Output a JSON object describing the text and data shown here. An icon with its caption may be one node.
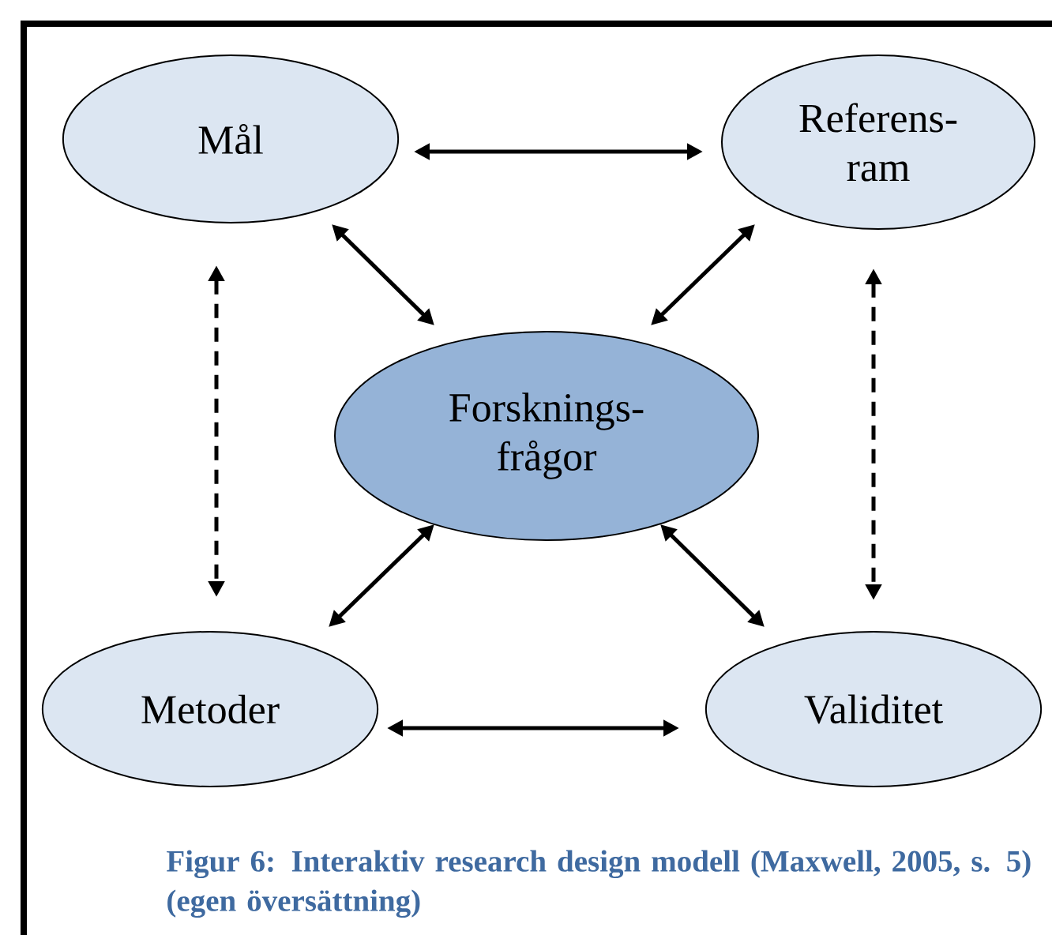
{
  "diagram": {
    "caption": "Figur 6: Interaktiv research design modell (Maxwell, 2005, s. 5) (egen översättning)",
    "nodes": [
      {
        "text": [
          "Mål"
        ]
      },
      {
        "text": [
          "Referens- ram"
        ]
      },
      {
        "text": [
          "Forsknings- frågor"
        ]
      },
      {
        "text": [
          "Metoder"
        ]
      },
      {
        "text": [
          "Validitet"
        ]
      }
    ],
    "edges": [
      {
        "from": 0,
        "to": 1,
        "arrow": "both"
      },
      {
        "from": 0,
        "to": 2,
        "arrow": "both"
      },
      {
        "from": 1,
        "to": 2,
        "arrow": "both"
      },
      {
        "from": 0,
        "to": 3,
        "arrow": "both",
        "style": "dashed"
      },
      {
        "from": 1,
        "to": 4,
        "arrow": "both",
        "style": "dashed"
      },
      {
        "from": 2,
        "to": 3,
        "arrow": "both"
      },
      {
        "from": 2,
        "to": 4,
        "arrow": "both"
      },
      {
        "from": 3,
        "to": 4,
        "arrow": "both"
      }
    ]
  }
}
